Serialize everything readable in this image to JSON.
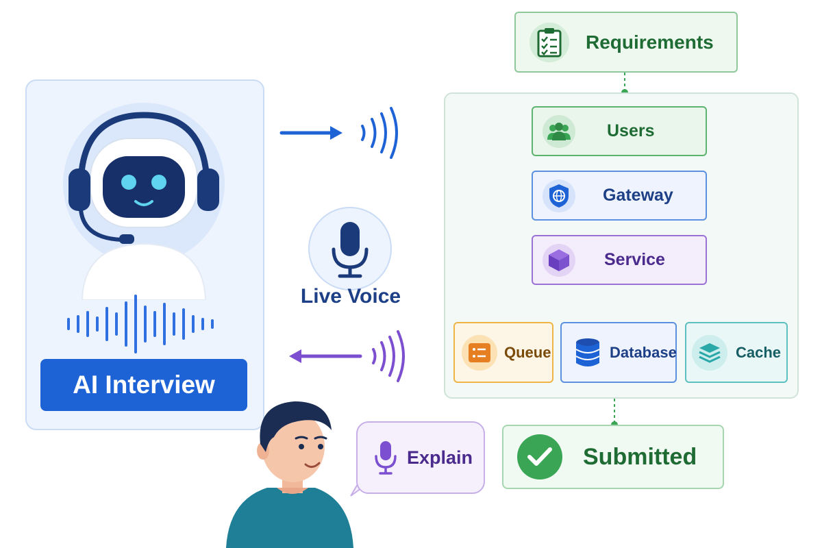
{
  "ai_card": {
    "label": "AI Interview"
  },
  "live_voice": {
    "label": "Live Voice"
  },
  "speech_bubble": {
    "label": "Explain"
  },
  "diagram": {
    "requirements": "Requirements",
    "users": "Users",
    "gateway": "Gateway",
    "service": "Service",
    "queue": "Queue",
    "database": "Database",
    "cache": "Cache",
    "submitted": "Submitted"
  },
  "colors": {
    "primary_blue": "#1e63d6",
    "voice_purple": "#7b4fcf",
    "success_green": "#3aa655",
    "queue_orange": "#e67e22",
    "cache_teal": "#2aa7a7"
  },
  "icons": [
    "robot-headset-avatar",
    "sound-wave",
    "microphone-icon",
    "clipboard-checklist-icon",
    "users-icon",
    "shield-globe-icon",
    "cube-icon",
    "list-icon",
    "database-icon",
    "layers-icon",
    "checkmark-icon",
    "person-avatar"
  ]
}
